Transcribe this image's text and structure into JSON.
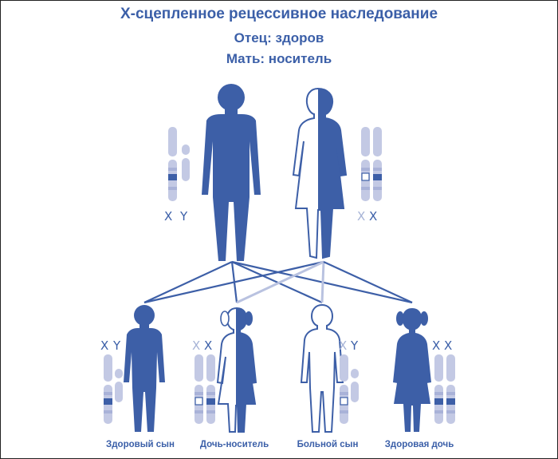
{
  "title": "Х-сцепленное рецессивное наследование",
  "father_line": "Отец: здоров",
  "mother_line": "Мать: носитель",
  "colors": {
    "blue": "#3d5fa7",
    "light_chromosome": "#c3c9e4",
    "band_light": "#a9b2d8",
    "white": "#ffffff",
    "outline": "#3d5fa7"
  },
  "father": {
    "chromosome_labels": [
      "X",
      "Y"
    ]
  },
  "mother": {
    "chromosome_labels": [
      "X",
      "X"
    ]
  },
  "children": [
    {
      "caption": "Здоровый сын",
      "chromosome_labels": [
        "X",
        "Y"
      ]
    },
    {
      "caption": "Дочь-носитель",
      "chromosome_labels": [
        "X",
        "X"
      ]
    },
    {
      "caption": "Больной сын",
      "chromosome_labels": [
        "X",
        "Y"
      ]
    },
    {
      "caption": "Здоровая дочь",
      "chromosome_labels": [
        "X",
        "X"
      ]
    }
  ]
}
